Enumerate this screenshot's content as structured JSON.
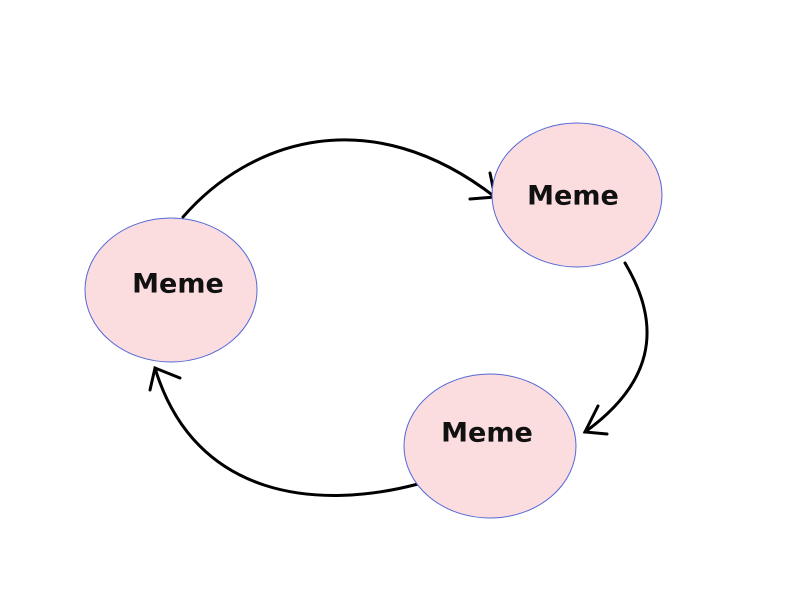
{
  "diagram": {
    "type": "cycle",
    "nodes": [
      {
        "id": "left",
        "label": "Meme"
      },
      {
        "id": "top-right",
        "label": "Meme"
      },
      {
        "id": "bottom",
        "label": "Meme"
      }
    ],
    "edges": [
      {
        "from": "left",
        "to": "top-right"
      },
      {
        "from": "top-right",
        "to": "bottom"
      },
      {
        "from": "bottom",
        "to": "left"
      }
    ],
    "colors": {
      "node_fill": "#fbdde0",
      "node_stroke": "#5468d6",
      "edge": "#000000"
    }
  }
}
